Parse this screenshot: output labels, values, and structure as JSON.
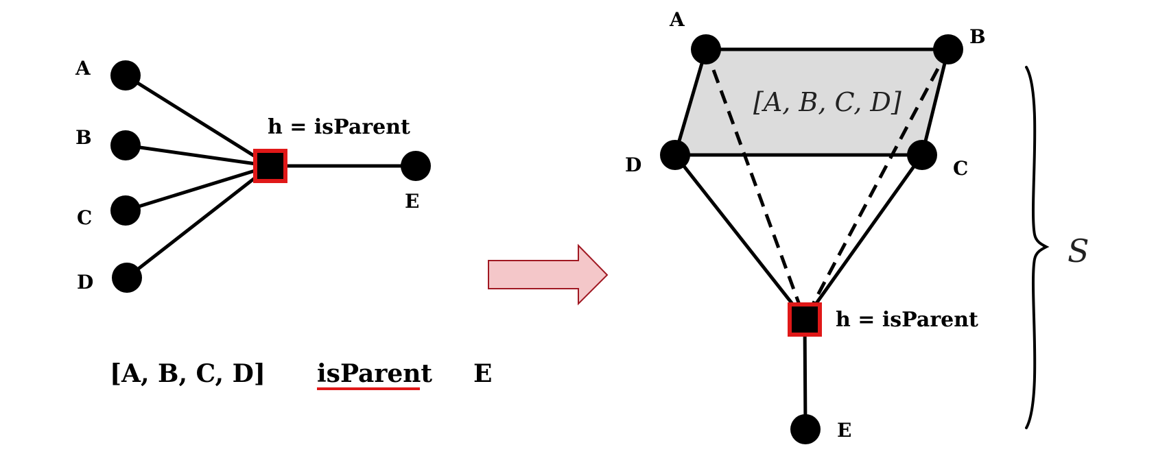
{
  "left_graph": {
    "nodes": [
      "A",
      "B",
      "C",
      "D",
      "E"
    ],
    "hyperedge_label": "h = isParent"
  },
  "tuple_row": {
    "subjects": "[A, B, C, D]",
    "relation": "isParent",
    "object": "E"
  },
  "right_graph": {
    "nodes": [
      "A",
      "B",
      "C",
      "D",
      "E"
    ],
    "face_label": "[A, B, C, D]",
    "hyperedge_label": "h = isParent",
    "set_symbol": "S"
  },
  "colors": {
    "accent_red": "#e01818",
    "arrow_fill": "#f4c7c9",
    "arrow_stroke": "#a01822",
    "face_fill": "#dcdcdc"
  }
}
